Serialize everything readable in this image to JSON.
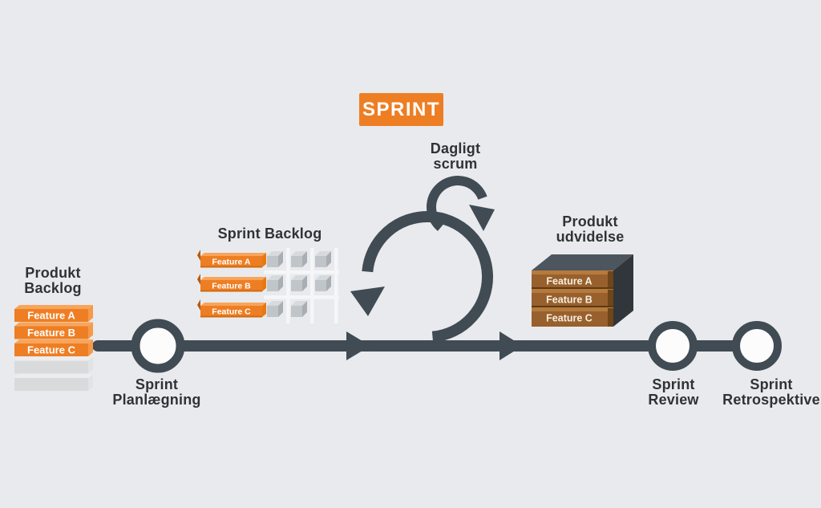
{
  "sprint_badge": {
    "label": "SPRINT",
    "bg": "#ee7e23",
    "text_color": "#ffffff"
  },
  "labels": {
    "daily_scrum_line1": "Dagligt",
    "daily_scrum_line2": "scrum",
    "product_backlog_line1": "Produkt",
    "product_backlog_line2": "Backlog",
    "sprint_backlog": "Sprint Backlog",
    "product_increment_line1": "Produkt",
    "product_increment_line2": "udvidelse",
    "sprint_planning_line1": "Sprint",
    "sprint_planning_line2": "Planlægning",
    "sprint_review_line1": "Sprint",
    "sprint_review_line2": "Review",
    "sprint_retrospective_line1": "Sprint",
    "sprint_retrospective_line2": "Retrospektive"
  },
  "product_backlog": {
    "items": [
      "Feature A",
      "Feature B",
      "Feature C"
    ],
    "empty_rows": 2
  },
  "sprint_backlog": {
    "items": [
      "Feature A",
      "Feature B",
      "Feature C"
    ],
    "cubes_per_row": [
      3,
      3,
      2
    ]
  },
  "product_increment": {
    "items": [
      "Feature A",
      "Feature B",
      "Feature C"
    ]
  },
  "colors": {
    "background": "#e9eaed",
    "accent_orange": "#ee7e23",
    "orange_bevel": "#f8a55c",
    "flow_slate": "#404b54",
    "node_fill": "#fcfcfd",
    "brown_slab": "#98602c",
    "box_top": "#4d565e",
    "box_side": "#31363b",
    "empty_slab_gray": "#d9dadc",
    "cube_gray": "#c0c5c9",
    "label_text": "#303236"
  }
}
